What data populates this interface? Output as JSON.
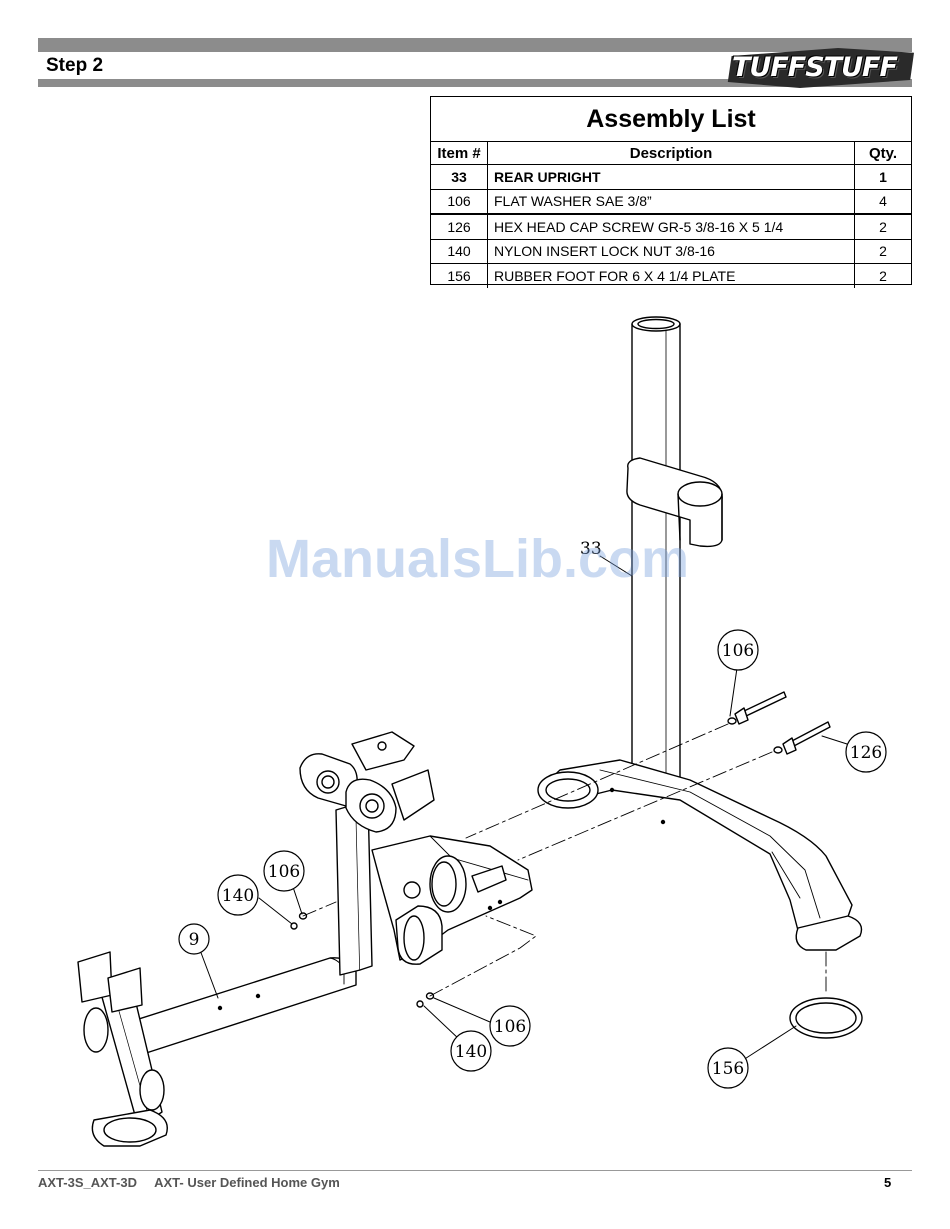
{
  "header": {
    "step_title": "Step 2",
    "brand_logo": "TUFFSTUFF"
  },
  "assembly_list": {
    "title": "Assembly List",
    "columns": {
      "item": "Item #",
      "description": "Description",
      "qty": "Qty."
    },
    "rows": [
      {
        "item": "33",
        "description": "REAR UPRIGHT",
        "qty": "1"
      },
      {
        "item": "106",
        "description": "FLAT WASHER SAE 3/8”",
        "qty": "4"
      },
      {
        "item": "126",
        "description": "HEX HEAD CAP SCREW GR-5 3/8-16 X 5 1/4",
        "qty": "2"
      },
      {
        "item": "140",
        "description": "NYLON INSERT LOCK NUT 3/8-16",
        "qty": "2"
      },
      {
        "item": "156",
        "description": "RUBBER FOOT FOR 6 X 4 1/4 PLATE",
        "qty": "2"
      }
    ]
  },
  "callouts": {
    "rear_upright": "33",
    "washer_upper": "106",
    "screw": "126",
    "washer_left": "106",
    "nut_left": "140",
    "frame": "9",
    "washer_lower": "106",
    "nut_lower": "140",
    "rubber_foot": "156"
  },
  "watermark": "ManualsLib.com",
  "footer": {
    "model": "AXT-3S_AXT-3D",
    "product": "AXT- User Defined Home Gym",
    "page": "5"
  }
}
